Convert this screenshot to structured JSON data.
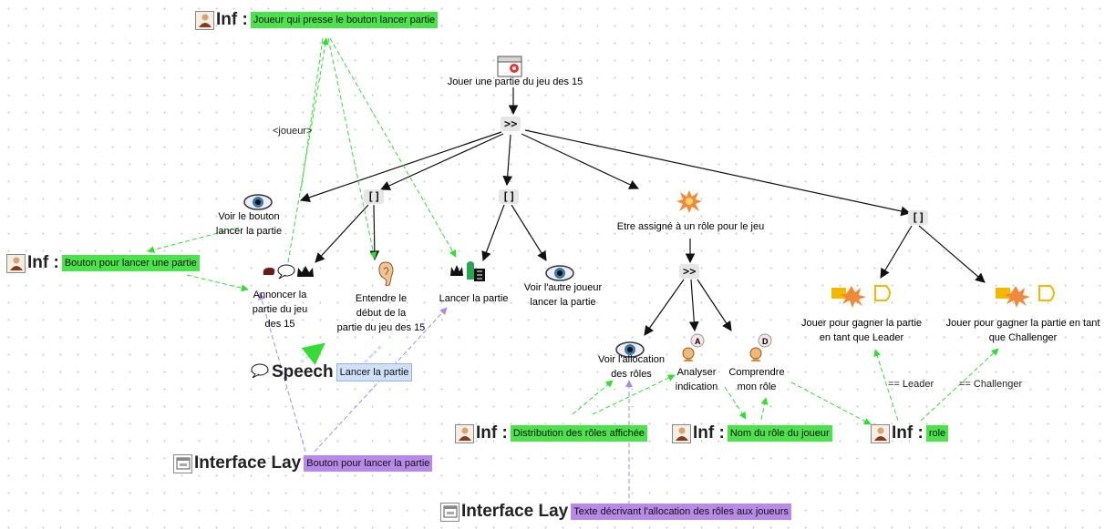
{
  "tasks": {
    "root": "Jouer une partie du jeu des 15",
    "voir_bouton": "Voir le bouton\nlancer la partie",
    "annoncer": "Annoncer la\npartie du jeu\ndes 15",
    "entendre": "Entendre le\ndébut de la\npartie du jeu des 15",
    "lancer": "Lancer la partie",
    "voir_autre": "Voir l'autre joueur\nlancer la partie",
    "assigne": "Etre assigné à un rôle pour le jeu",
    "voir_alloc": "Voir l'allocation\ndes rôles",
    "analyser": "Analyser\nindication",
    "comprendre": "Comprendre\nmon rôle",
    "leader": "Jouer pour gagner la partie\nen tant que Leader",
    "challenger": "Jouer pour gagner la partie en tant\nque Challenger"
  },
  "operators": {
    "root_seq": ">>",
    "choice1": "[]",
    "choice2": "[]",
    "seq2": ">>",
    "choice3": "[]"
  },
  "annotations": {
    "inf_joueur": {
      "key": "Inf :",
      "value": "Joueur qui presse le bouton lancer partie"
    },
    "inf_bouton": {
      "key": "Inf :",
      "value": "Bouton pour lancer une partie"
    },
    "speech": {
      "key": "Speech",
      "value": "Lancer la partie"
    },
    "interface1": {
      "key": "Interface Lay",
      "value": "Bouton pour lancer la partie"
    },
    "inf_distrib": {
      "key": "Inf :",
      "value": "Distribution des rôles affichée"
    },
    "inf_nom": {
      "key": "Inf :",
      "value": "Nom du rôle du joueur"
    },
    "inf_role": {
      "key": "Inf :",
      "value": "role"
    },
    "interface2": {
      "key": "Interface Lay",
      "value": "Texte décrivant l'allocation des rôles aux joueurs"
    }
  },
  "edge_labels": {
    "joueur": "<joueur>",
    "leader": "== Leader",
    "challenger": "== Challenger"
  },
  "colors": {
    "green_fill": "#4be24b",
    "blue_fill": "#cfe0f8",
    "purple_fill": "#b88ae8",
    "green_edge": "#33dd33",
    "purple_edge": "#a78be0",
    "black_edge": "#111111"
  }
}
